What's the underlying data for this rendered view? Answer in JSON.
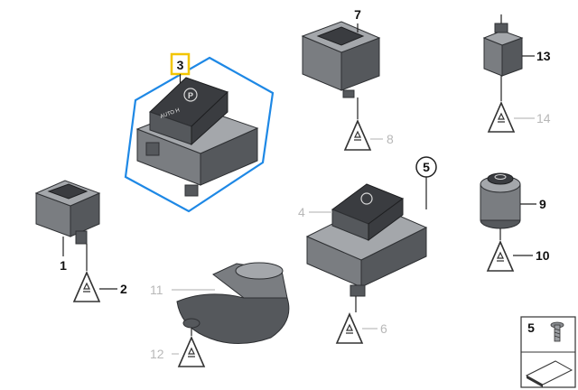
{
  "callouts": {
    "c1": "1",
    "c2": "2",
    "c3": "3",
    "c4": "4",
    "c5": "5",
    "c6": "6",
    "c7": "7",
    "c8": "8",
    "c9": "9",
    "c10": "10",
    "c11": "11",
    "c12": "12",
    "c13": "13",
    "c14": "14"
  },
  "part_text": {
    "parking_symbol": "P",
    "auto_h": "AUTO H",
    "legend_number": "5"
  },
  "colors": {
    "highlight_frame": "#1e88e5",
    "selected_callout_box": "#f2c500",
    "grey_callout": "#b8b8b8"
  },
  "icons": [
    "parking-brake-switch-icon",
    "esd-warning-icon",
    "screw-icon",
    "panel-icon"
  ]
}
